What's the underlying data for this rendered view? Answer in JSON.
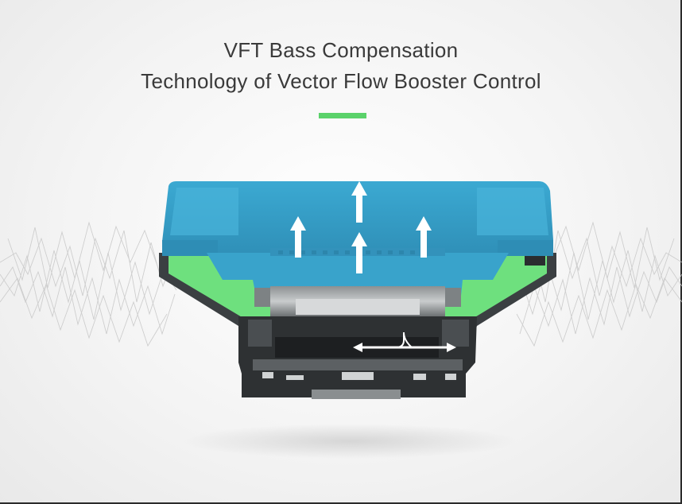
{
  "headline": {
    "line1": "VFT Bass Compensation",
    "line2": "Technology of Vector Flow Booster Control"
  },
  "colors": {
    "accent": "#5ad26a",
    "housing_blue": "#3aa6cf",
    "chamber_green": "#6ee07e",
    "frame_dark": "#2e3133",
    "arrow": "#ffffff"
  },
  "icons": {
    "airflow": "up-arrow",
    "side_flow": "double-arrow-horizontal"
  }
}
